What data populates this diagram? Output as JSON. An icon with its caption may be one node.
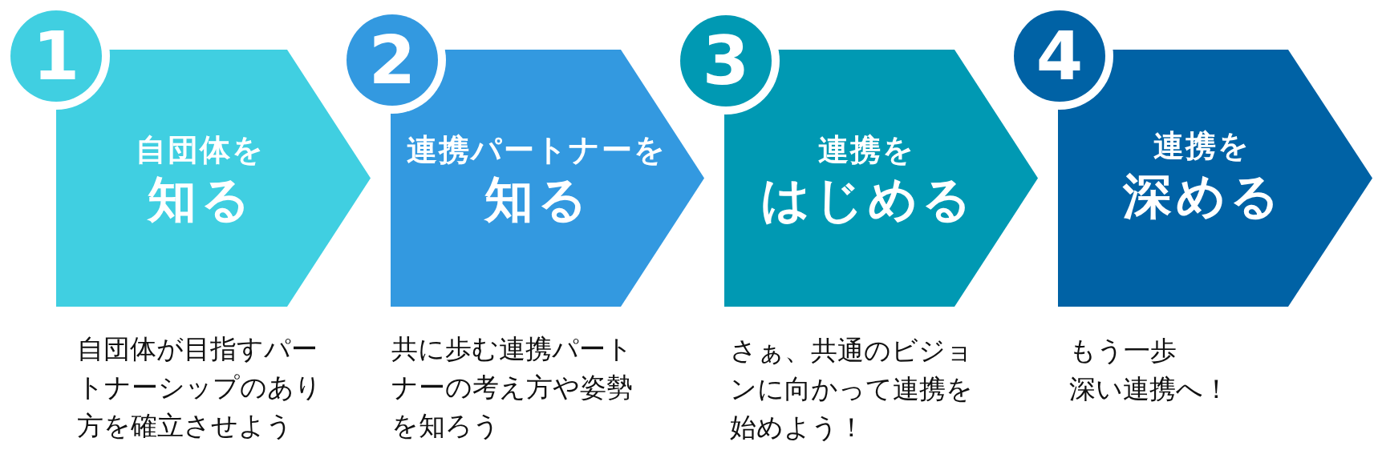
{
  "diagram": {
    "nodes": [
      {
        "text": [
          "1"
        ]
      },
      {
        "text": [
          "自団体を",
          "知る"
        ],
        "beside": [
          "自団体が目指すパートナーシップのあり方を確立させよう"
        ]
      },
      {
        "text": [
          "2"
        ]
      },
      {
        "text": [
          "連携パートナーを",
          "知る"
        ],
        "beside": [
          "共に歩む連携パートナーの考え方や姿勢を知ろう"
        ]
      },
      {
        "text": [
          "3"
        ]
      },
      {
        "text": [
          "連携を",
          "はじめる"
        ],
        "beside": [
          "さぁ、共通のビジョンに向かって連携を始めよう！"
        ]
      },
      {
        "text": [
          "4"
        ]
      },
      {
        "text": [
          "連携を",
          "深める"
        ],
        "beside": [
          "もう一歩",
          "深い連携へ！"
        ]
      }
    ]
  }
}
